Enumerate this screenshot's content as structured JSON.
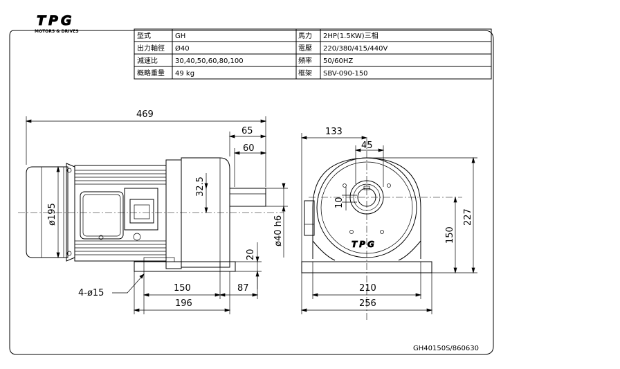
{
  "logo": {
    "text": "TPG",
    "subtext": "MOTORS & DRIVES"
  },
  "spec": {
    "rows": [
      {
        "k1": "型式",
        "v1": "GH",
        "k2": "馬力",
        "v2": "2HP(1.5KW)三相"
      },
      {
        "k1": "出力軸徑",
        "v1": "Ø40",
        "k2": "電壓",
        "v2": "220/380/415/440V"
      },
      {
        "k1": "減速比",
        "v1": "30,40,50,60,80,100",
        "k2": "頻率",
        "v2": "50/60HZ"
      },
      {
        "k1": "概略重量",
        "v1": "49 kg",
        "k2": "框架",
        "v2": "SBV-090-150"
      }
    ]
  },
  "dims": {
    "d469": "469",
    "d65": "65",
    "d60": "60",
    "d32_5": "32.5",
    "d195": "ø195",
    "d40h6": "ø40 h6",
    "d20": "20",
    "d150": "150",
    "d87": "87",
    "d196": "196",
    "holes": "4-ø15",
    "d133": "133",
    "d45": "45",
    "d10": "10",
    "d150v": "150",
    "d227": "227",
    "d210": "210",
    "d256": "256"
  },
  "drawing_no": "GH40150S/860630"
}
